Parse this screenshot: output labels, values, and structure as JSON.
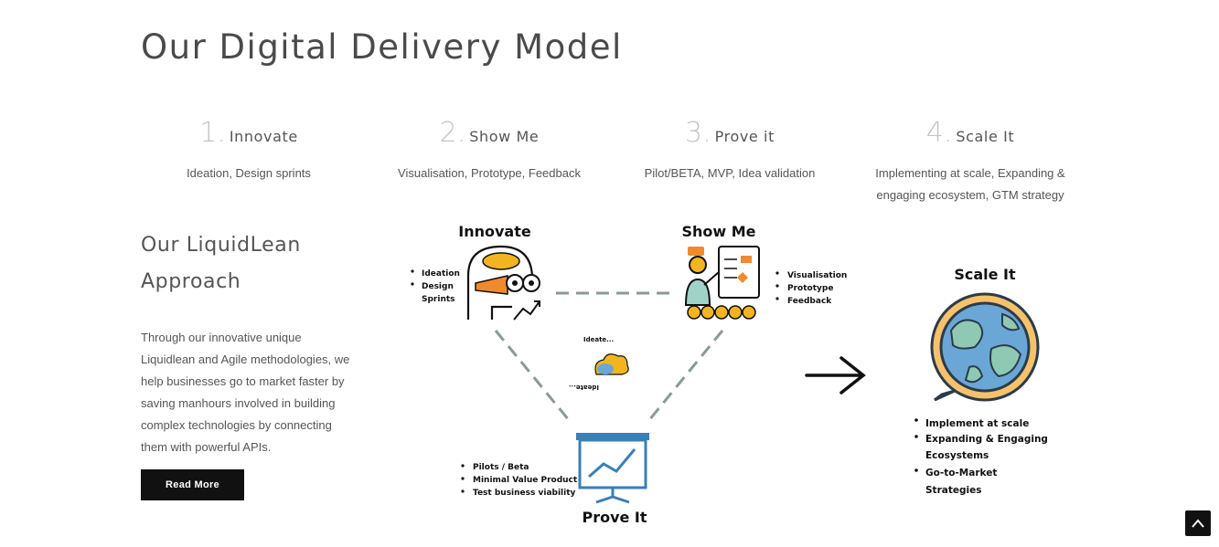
{
  "header": {
    "title": "Our Digital Delivery Model"
  },
  "steps": [
    {
      "number": "1.",
      "name": "Innovate",
      "desc_lines": [
        "Ideation, Design sprints"
      ]
    },
    {
      "number": "2.",
      "name": "Show Me",
      "desc_lines": [
        "Visualisation, Prototype, Feedback"
      ]
    },
    {
      "number": "3.",
      "name": "Prove it",
      "desc_lines": [
        "Pilot/BETA, MVP, Idea validation"
      ]
    },
    {
      "number": "4.",
      "name": "Scale It",
      "desc_lines": [
        "Implementing at scale, Expanding &",
        "engaging ecosystem, GTM strategy"
      ]
    }
  ],
  "approach": {
    "title_lines": [
      "Our LiquidLean",
      "Approach"
    ],
    "body_lines": [
      "Through our innovative unique",
      "Liquidlean and Agile methodologies, we",
      "help businesses go to market faster by",
      "saving manhours involved in building",
      "complex technologies by connecting",
      "them with powerful APIs."
    ],
    "button_label": "Read More"
  },
  "diagram": {
    "innovate": {
      "title": "Innovate",
      "bullets": [
        "Ideation",
        "Design",
        "Sprints"
      ]
    },
    "show_me": {
      "title": "Show Me",
      "bullets": [
        "Visualisation",
        "Prototype",
        "Feedback"
      ]
    },
    "prove_it": {
      "title": "Prove It",
      "bullets": [
        "Pilots / Beta",
        "Minimal Value Product",
        "Test business viability"
      ]
    },
    "scale_it": {
      "title": "Scale It",
      "bullets": [
        "Implement at scale",
        "Expanding & Engaging",
        "Ecosystems",
        "Go-to-Market",
        "Strategies"
      ]
    },
    "center": {
      "top": "Ideate...",
      "bottom": "Ideate..."
    }
  },
  "colors": {
    "dashed_line": "#8a9a94",
    "globe_ocean": "#6aa7d6",
    "globe_land": "#8fc9b3",
    "bubble": "#f5c26b",
    "person_orange": "#f08a2c",
    "screen_blue": "#3a7fb5",
    "gold": "#f3b51f"
  },
  "icons": {
    "scroll_top": "chevron-up-icon",
    "arrow": "arrow-right-icon"
  }
}
